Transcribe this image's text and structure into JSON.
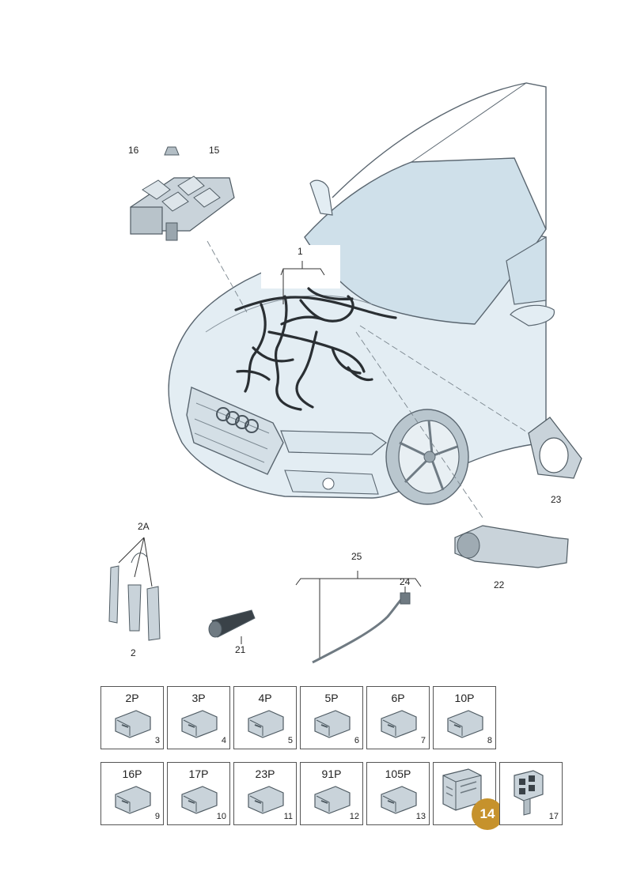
{
  "labels": {
    "harness": "1",
    "fuse_box": "15",
    "nut": "16",
    "clip_set": "2A",
    "clip": "2",
    "grommet": "21",
    "inlet_duct": "22",
    "speaker_ring": "23",
    "ground_wire": "24",
    "cable_set": "25"
  },
  "connectors": [
    {
      "title": "2P",
      "num": "3"
    },
    {
      "title": "3P",
      "num": "4"
    },
    {
      "title": "4P",
      "num": "5"
    },
    {
      "title": "5P",
      "num": "6"
    },
    {
      "title": "6P",
      "num": "7"
    },
    {
      "title": "10P",
      "num": "8"
    },
    {
      "title": "16P",
      "num": "9"
    },
    {
      "title": "17P",
      "num": "10"
    },
    {
      "title": "23P",
      "num": "11"
    },
    {
      "title": "91P",
      "num": "12"
    },
    {
      "title": "105P",
      "num": "13"
    }
  ],
  "extra_parts": [
    {
      "num": "14",
      "highlighted": true
    },
    {
      "num": "17",
      "highlighted": false
    }
  ],
  "colors": {
    "car_fill": "#e3edf3",
    "glass_fill": "#cfe0ea",
    "outline": "#5a6670",
    "harness": "#2a2f33",
    "part_fill": "#c9d3da",
    "highlight": "#c6922c"
  }
}
